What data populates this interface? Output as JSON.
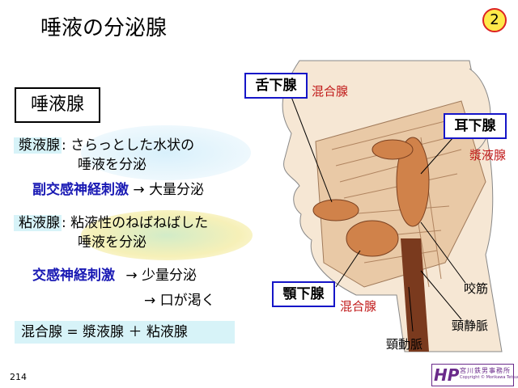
{
  "title": "唾液の分泌腺",
  "slide_number": "2",
  "page_number": "214",
  "left": {
    "heading": "唾液腺",
    "serous": {
      "term": "漿液腺",
      "sep": ":",
      "desc1": "さらっとした水状の",
      "desc2": "唾液を分泌",
      "stim": "副交感神経刺激",
      "arrow": "→",
      "result": "大量分泌"
    },
    "mucous": {
      "term": "粘液腺",
      "sep": ":",
      "desc1": "粘液性のねばねばした",
      "desc2": "唾液を分泌",
      "stim": "交感神経刺激",
      "arrow": "→",
      "result1": "少量分泌",
      "arrow2": "→",
      "result2": "口が渇く"
    },
    "mixed_formula": "混合腺 = 漿液腺 ＋ 粘液腺"
  },
  "diagram": {
    "sublingual": {
      "label": "舌下腺",
      "type": "混合腺"
    },
    "parotid": {
      "label": "耳下腺",
      "type": "漿液腺"
    },
    "submandibular": {
      "label": "顎下腺",
      "type": "混合腺"
    },
    "masseter": "咬筋",
    "jugular_vein": "頸静脈",
    "carotid_artery": "頸動脈"
  },
  "logo": {
    "name": "宮川鉄男事務所",
    "initials": "HP",
    "copyright": "Copyright © Morikawa Tetsuo Publishing INC."
  },
  "colors": {
    "label_border": "#1515c8",
    "gland_type": "#c01818",
    "stim": "#1a1ab4",
    "gland": "#c9753a"
  }
}
